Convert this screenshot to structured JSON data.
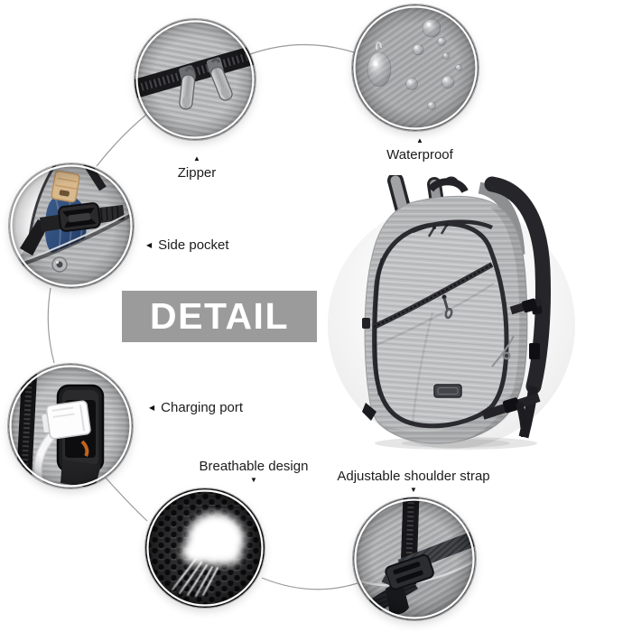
{
  "page": {
    "background": "#ffffff",
    "type": "product-detail-infographic"
  },
  "banner": {
    "label": "DETAIL",
    "bg_color": "#9b9b9b",
    "text_color": "#ffffff"
  },
  "arrows": {
    "up": "▲",
    "down": "▼",
    "left": "◀"
  },
  "features": {
    "zipper": {
      "label": "Zipper",
      "arrow_direction": "up"
    },
    "waterproof": {
      "label": "Waterproof",
      "arrow_direction": "up"
    },
    "side_pocket": {
      "label": "Side pocket",
      "arrow_direction": "left"
    },
    "charging_port": {
      "label": "Charging port",
      "arrow_direction": "left"
    },
    "breathable": {
      "label": "Breathable design",
      "arrow_direction": "down"
    },
    "shoulder_strap": {
      "label": "Adjustable shoulder strap",
      "arrow_direction": "down"
    }
  },
  "colors": {
    "label_text": "#1c1c1c",
    "connector_line": "#909090",
    "fabric_gray": "#b4b5b7",
    "trim_black": "#26262a",
    "product_circle_bg": "#ededed",
    "umbrella_blue": "#2e4d7c",
    "umbrella_handle_wood": "#d8b98e",
    "usb_plug_white": "#fbfbfd",
    "charging_wire_orange": "#c2641e",
    "mesh_black": "#1a1a1c",
    "zipper_pull_metal": "#a8aaac"
  }
}
